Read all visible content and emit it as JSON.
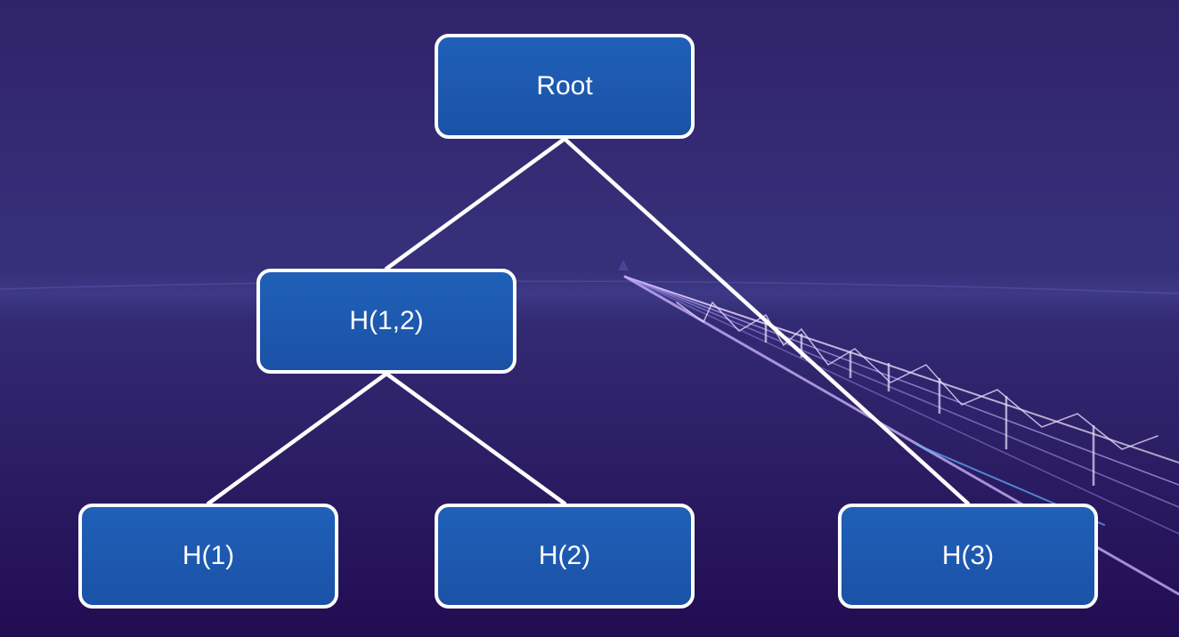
{
  "diagram": {
    "type": "merkle-tree",
    "nodes": {
      "root": "Root",
      "h12": "H(1,2)",
      "h1": "H(1)",
      "h2": "H(2)",
      "h3": "H(3)"
    },
    "edges": [
      [
        "root",
        "h12"
      ],
      [
        "root",
        "h3"
      ],
      [
        "h12",
        "h1"
      ],
      [
        "h12",
        "h2"
      ]
    ]
  },
  "colors": {
    "background": "#2c2468",
    "node_fill": "#1e5ab0",
    "node_border": "#ffffff",
    "edge": "#ffffff",
    "text": "#ffffff"
  }
}
